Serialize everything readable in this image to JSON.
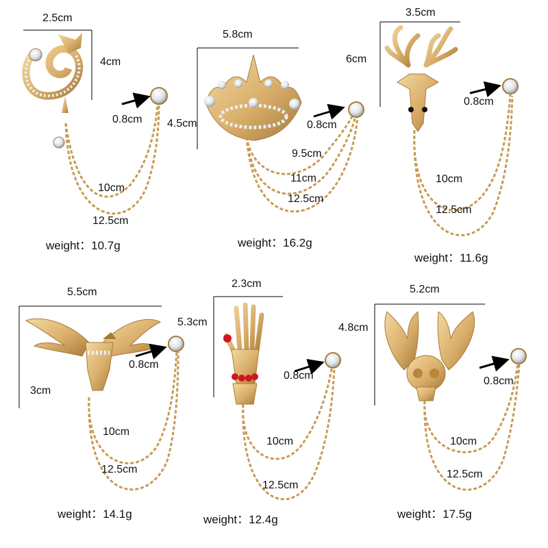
{
  "colors": {
    "gold": "#d9ae6a",
    "gold_dark": "#a67a3a",
    "crystal": "#e9eef2",
    "red": "#d0151f",
    "line": "#000000"
  },
  "products": [
    {
      "name": "dragon-brooch",
      "width": "2.5cm",
      "height": "4cm",
      "pin": "0.8cm",
      "chains": [
        "10cm",
        "12.5cm"
      ],
      "weight": "weight：10.7g"
    },
    {
      "name": "crown-brooch",
      "width": "5.8cm",
      "height": "4.5cm",
      "pin": "0.8cm",
      "chains": [
        "9.5cm",
        "11cm",
        "12.5cm"
      ],
      "weight": "weight：16.2g"
    },
    {
      "name": "deer-brooch",
      "width": "3.5cm",
      "height": "6cm",
      "pin": "0.8cm",
      "chains": [
        "10cm",
        "12.5cm"
      ],
      "weight": "weight：11.6g"
    },
    {
      "name": "eagle-brooch",
      "width": "5.5cm",
      "height": "3cm",
      "pin": "0.8cm",
      "chains": [
        "10cm",
        "12.5cm"
      ],
      "weight": "weight：14.1g"
    },
    {
      "name": "skeleton-hand-brooch",
      "width": "2.3cm",
      "height": "5.3cm",
      "pin": "0.8cm",
      "chains": [
        "10cm",
        "12.5cm"
      ],
      "weight": "weight：12.4g"
    },
    {
      "name": "winged-skull-brooch",
      "width": "5.2cm",
      "height": "4.8cm",
      "pin": "0.8cm",
      "chains": [
        "10cm",
        "12.5cm"
      ],
      "weight": "weight：17.5g"
    }
  ]
}
